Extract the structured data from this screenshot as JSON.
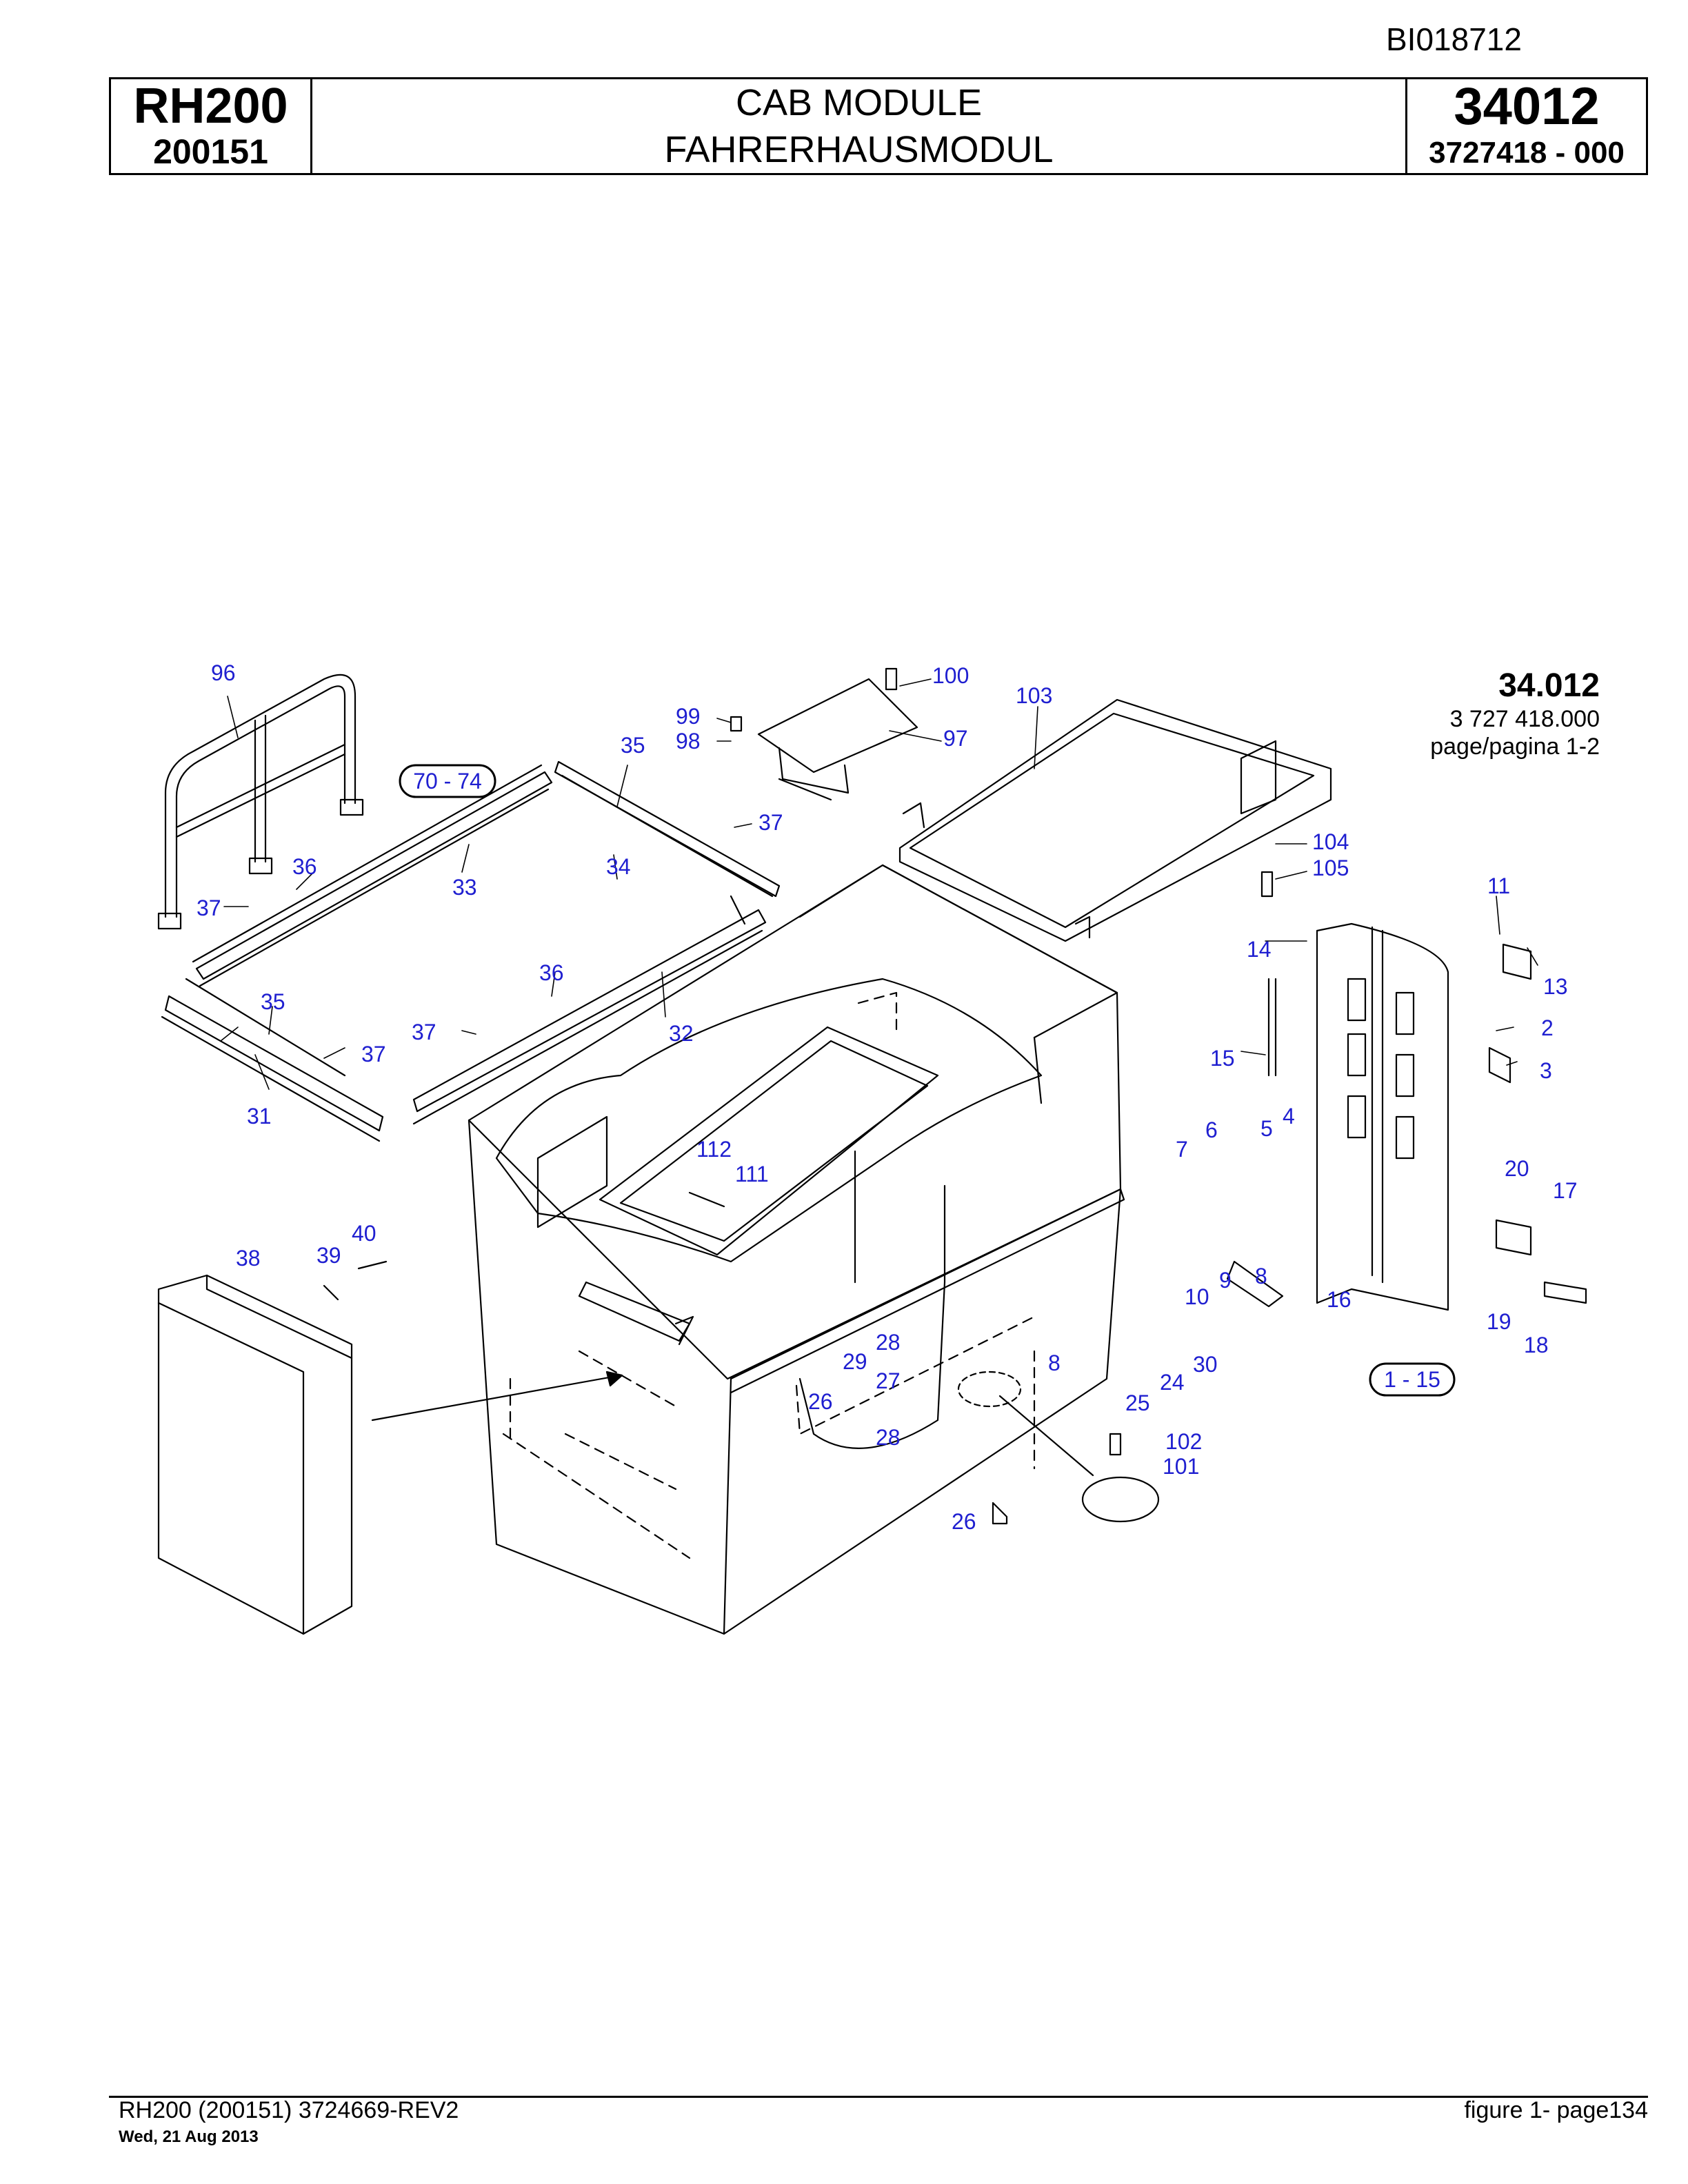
{
  "document_id": "BI018712",
  "header": {
    "model": "RH200",
    "serial": "200151",
    "title_en": "CAB MODULE",
    "title_de": "FAHRERHAUSMODUL",
    "group_number": "34012",
    "part_number": "3727418  - 000"
  },
  "figure_ref": {
    "number": "34.012",
    "part": "3 727 418.000",
    "page": "page/pagina 1-2"
  },
  "callouts": {
    "c96": "96",
    "c100": "100",
    "c103": "103",
    "c99": "99",
    "c98": "98",
    "c97": "97",
    "c35a": "35",
    "c7074": "70  -  74",
    "c37a": "37",
    "c104": "104",
    "c105": "105",
    "c11": "11",
    "c36a": "36",
    "c33": "33",
    "c34": "34",
    "c37b": "37",
    "c13": "13",
    "c14": "14",
    "c2": "2",
    "c36b": "36",
    "c35b": "35",
    "c37c": "37",
    "c37d": "37",
    "c32": "32",
    "c3": "3",
    "c15": "15",
    "c31": "31",
    "c4": "4",
    "c5": "5",
    "c6": "6",
    "c7": "7",
    "c112": "112",
    "c111": "111",
    "c20": "20",
    "c17": "17",
    "c40": "40",
    "c39": "39",
    "c38": "38",
    "c9": "9",
    "c8a": "8",
    "c10": "10",
    "c16": "16",
    "c19": "19",
    "c18": "18",
    "c28a": "28",
    "c29": "29",
    "c8b": "8",
    "c30": "30",
    "c27": "27",
    "c24": "24",
    "c115": "1  -  15",
    "c26a": "26",
    "c25": "25",
    "c28b": "28",
    "c102": "102",
    "c101": "101",
    "c26b": "26"
  },
  "footer": {
    "left": "RH200 (200151) 3724669-REV2",
    "date": "Wed, 21 Aug 2013",
    "right": "figure  1- page134"
  }
}
